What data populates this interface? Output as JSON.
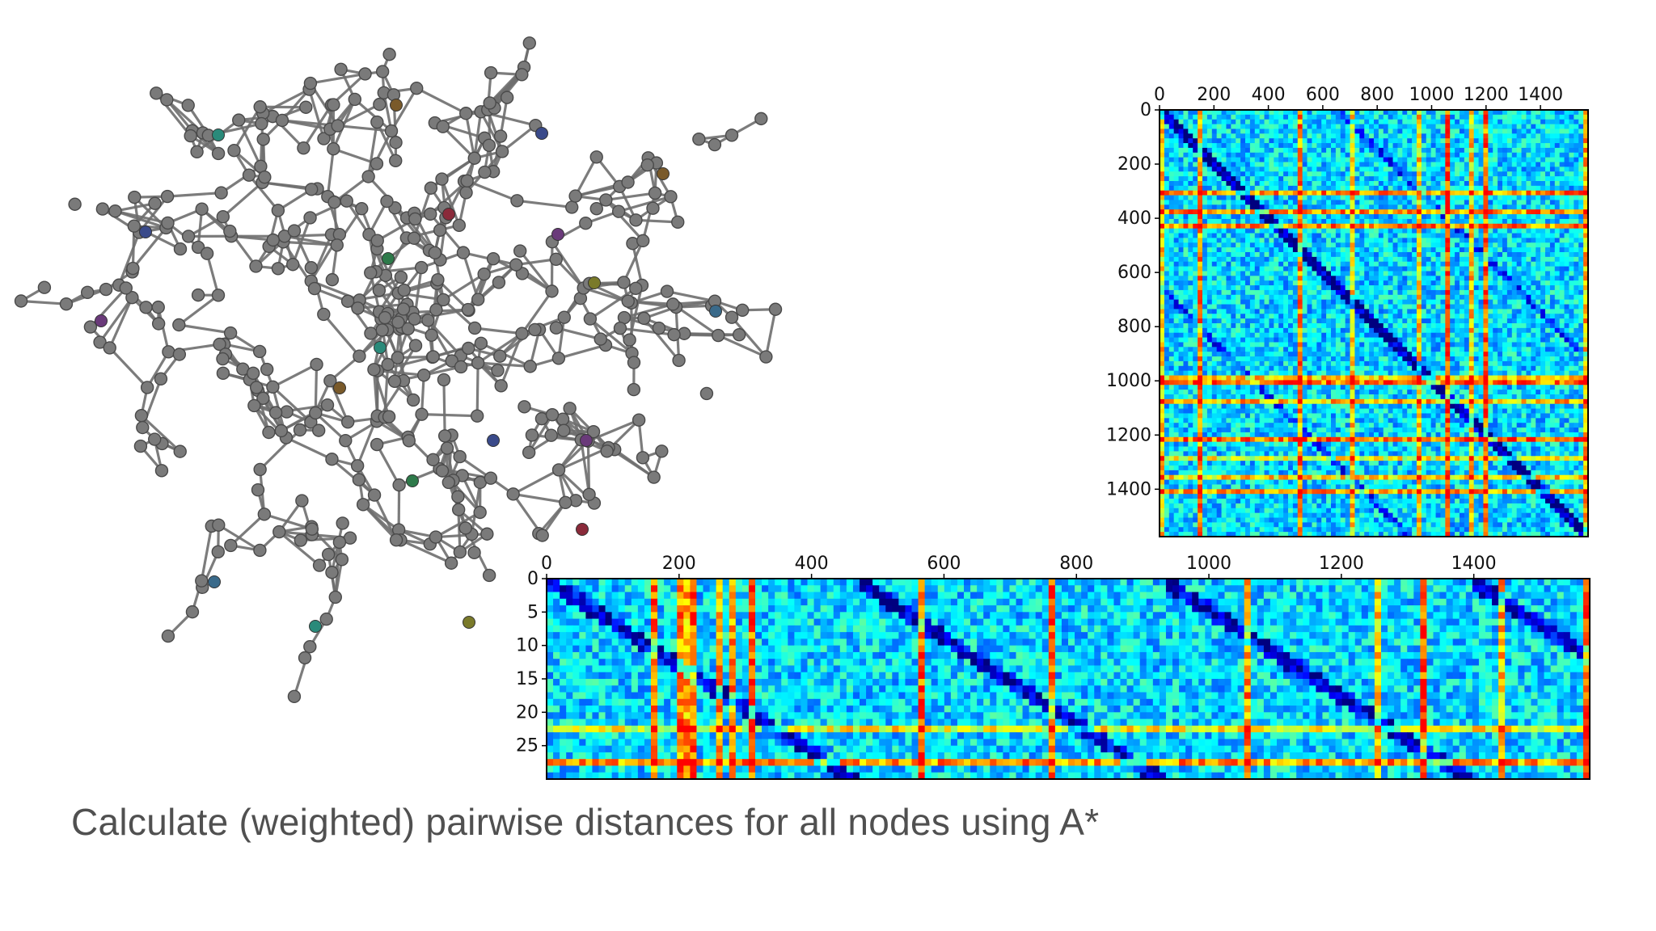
{
  "caption": "Calculate (weighted) pairwise distances for all nodes using A*",
  "graph": {
    "node_color": "#7a7a7a",
    "edge_color": "#6e6e6e",
    "landmark_colors": [
      "#2a8a7a",
      "#7a5a2a",
      "#3a4a8a",
      "#6a3a7a",
      "#2e7a4a",
      "#8a2a3a",
      "#7a7a2a",
      "#3a6a8a"
    ]
  },
  "colormap": [
    "#00007f",
    "#0000ff",
    "#007fff",
    "#00ffff",
    "#7fff7f",
    "#ffff00",
    "#ff7f00",
    "#ff0000"
  ],
  "chart_data": [
    {
      "type": "heatmap",
      "name": "full pairwise distance matrix",
      "x_ticks": [
        "0",
        "200",
        "400",
        "600",
        "800",
        "1000",
        "1200",
        "1400"
      ],
      "y_ticks": [
        "0",
        "200",
        "400",
        "600",
        "800",
        "1000",
        "1200",
        "1400"
      ],
      "xlim": [
        0,
        1575
      ],
      "ylim": [
        0,
        1575
      ]
    },
    {
      "type": "heatmap",
      "name": "landmark distance matrix",
      "x_ticks": [
        "0",
        "200",
        "400",
        "600",
        "800",
        "1000",
        "1200",
        "1400"
      ],
      "y_ticks": [
        "0",
        "5",
        "10",
        "15",
        "20",
        "25"
      ],
      "xlim": [
        0,
        1575
      ],
      "ylim": [
        0,
        30
      ]
    }
  ]
}
